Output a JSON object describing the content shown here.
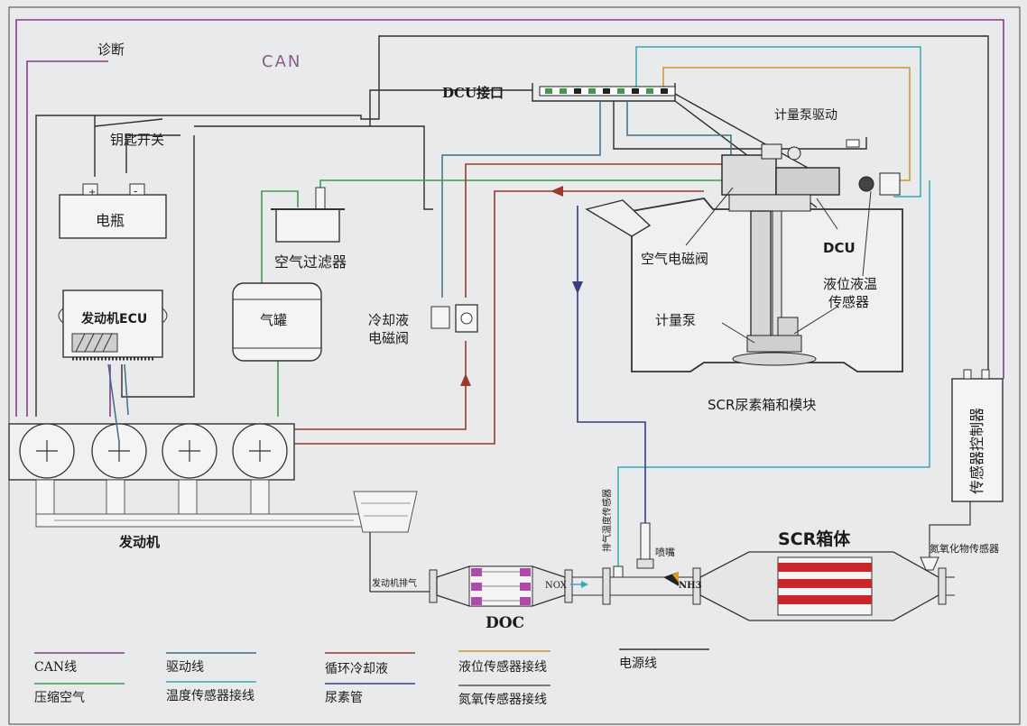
{
  "colors": {
    "can": "#8a3a8a",
    "drive": "#3d6f8a",
    "coolant": "#9a3a2a",
    "level_sensor": "#c9962e",
    "power": "#2d2d2d",
    "compressed_air": "#3f9a4a",
    "temp_sensor": "#3aa7b8",
    "urea": "#3a3a8a",
    "nox_sensor": "#555555",
    "background": "#e9eaec"
  },
  "labels": {
    "diagnosis": "诊断",
    "can": "CAN",
    "dcu_interface": "DCU接口",
    "key_switch": "钥匙开关",
    "metering_pump_drive": "计量泵驱动",
    "battery": "电瓶",
    "air_filter": "空气过滤器",
    "engine_ecu": "发动机ECU",
    "air_tank": "气罐",
    "coolant_valve_1": "冷却液",
    "coolant_valve_2": "电磁阀",
    "air_valve": "空气电磁阀",
    "dcu": "DCU",
    "level_temp_sensor_1": "液位液温",
    "level_temp_sensor_2": "传感器",
    "metering_pump": "计量泵",
    "scr_tank_module": "SCR尿素箱和模块",
    "sensor_controller": "传感器控制器",
    "engine": "发动机",
    "exhaust_temp_sensor": "排气温度传感器",
    "nozzle": "喷嘴",
    "scr_box": "SCR箱体",
    "nox_sensor": "氮氧化物传感器",
    "engine_exhaust": "发动机排气",
    "nox": "NOX",
    "nh3": "NH3",
    "doc": "DOC"
  },
  "legend": [
    {
      "label": "CAN线",
      "color_key": "can"
    },
    {
      "label": "驱动线",
      "color_key": "drive"
    },
    {
      "label": "循环冷却液",
      "color_key": "coolant"
    },
    {
      "label": "液位传感器接线",
      "color_key": "level_sensor"
    },
    {
      "label": "电源线",
      "color_key": "power"
    },
    {
      "label": "压缩空气",
      "color_key": "compressed_air"
    },
    {
      "label": "温度传感器接线",
      "color_key": "temp_sensor"
    },
    {
      "label": "尿素管",
      "color_key": "urea"
    },
    {
      "label": "氮氧传感器接线",
      "color_key": "nox_sensor"
    }
  ]
}
